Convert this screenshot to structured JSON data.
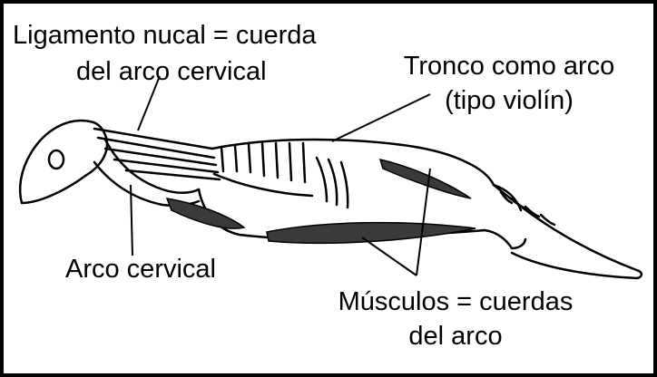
{
  "labels": {
    "nuchal_ligament_line1": "Ligamento nucal = cuerda",
    "nuchal_ligament_line2": "del arco cervical",
    "trunk_line1": "Tronco como arco",
    "trunk_line2": "(tipo violín)",
    "cervical_arch": "Arco cervical",
    "muscles_line1": "Músculos = cuerdas",
    "muscles_line2": "del arco"
  },
  "colors": {
    "ink": "#000000",
    "muscle": "#3a3a3a",
    "background": "#ffffff"
  }
}
